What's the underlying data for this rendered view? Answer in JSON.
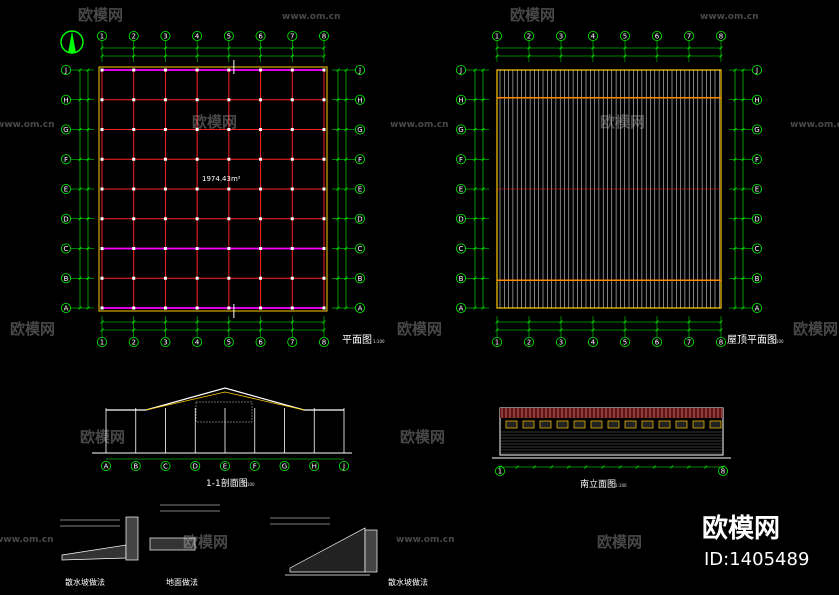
{
  "drawings": {
    "plan_title": "平面图",
    "roof_title": "屋顶平面图",
    "section_title": "1-1剖面图",
    "elevation_title": "南立面图",
    "detail_1_title": "散水坡做法",
    "detail_2_title": "地面做法",
    "detail_3_title": "散水坡做法",
    "area_label": "1974.43m²",
    "scale_label": "1:100"
  },
  "axes": {
    "columns": [
      "1",
      "2",
      "3",
      "4",
      "5",
      "6",
      "7",
      "8"
    ],
    "rows": [
      "A",
      "B",
      "C",
      "D",
      "E",
      "F",
      "G",
      "H",
      "J"
    ],
    "section_columns": [
      "A",
      "B",
      "C",
      "D",
      "E",
      "F",
      "G",
      "H",
      "J"
    ]
  },
  "watermark": {
    "brand": "欧模网",
    "site": "www.om.cn",
    "id_text": "ID:1405489"
  },
  "colors": {
    "background": "#000000",
    "grid_red": "#ff2020",
    "axis_green": "#00ff00",
    "wall_yellow": "#ffcc00",
    "magenta": "#ff00ff",
    "white": "#ffffff"
  }
}
